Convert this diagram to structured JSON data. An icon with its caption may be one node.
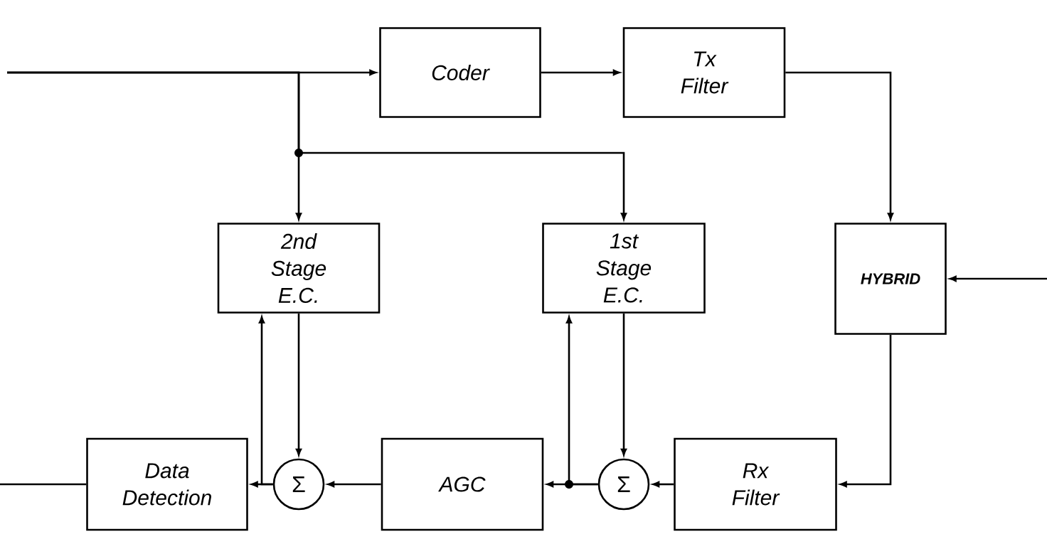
{
  "diagram": {
    "nodes": [
      {
        "text": [
          "Coder"
        ]
      },
      {
        "text": [
          "Tx Filter"
        ]
      },
      {
        "text": [
          "2nd Stage E.C."
        ]
      },
      {
        "text": [
          "1st Stage E.C."
        ]
      },
      {
        "text": [
          "HYBRID"
        ]
      },
      {
        "text": [
          "Data Detection"
        ]
      },
      {
        "text": [
          "Σ"
        ]
      },
      {
        "text": [
          "AGC"
        ]
      },
      {
        "text": [
          "Σ"
        ]
      },
      {
        "text": [
          "Rx Filter"
        ]
      }
    ],
    "edges": [
      {
        "from": null,
        "to": 0,
        "arrow": "to"
      },
      {
        "from": null,
        "to": 2,
        "arrow": "to"
      },
      {
        "from": null,
        "to": 3,
        "arrow": "to"
      },
      {
        "from": 0,
        "to": 1,
        "arrow": "to"
      },
      {
        "from": 1,
        "to": 4,
        "arrow": "to"
      },
      {
        "from": null,
        "to": 4,
        "arrow": "to"
      },
      {
        "from": 4,
        "to": 9,
        "arrow": "to"
      },
      {
        "from": 9,
        "to": 8,
        "arrow": "to"
      },
      {
        "from": 3,
        "to": 8,
        "arrow": "to"
      },
      {
        "from": 8,
        "to": 7,
        "arrow": "to"
      },
      {
        "from": 8,
        "to": 3,
        "arrow": "to"
      },
      {
        "from": 7,
        "to": 6,
        "arrow": "to"
      },
      {
        "from": 2,
        "to": 6,
        "arrow": "to"
      },
      {
        "from": 6,
        "to": 5,
        "arrow": "to"
      },
      {
        "from": 6,
        "to": 2,
        "arrow": "to"
      },
      {
        "from": 5,
        "to": null,
        "arrow": "none"
      }
    ]
  }
}
